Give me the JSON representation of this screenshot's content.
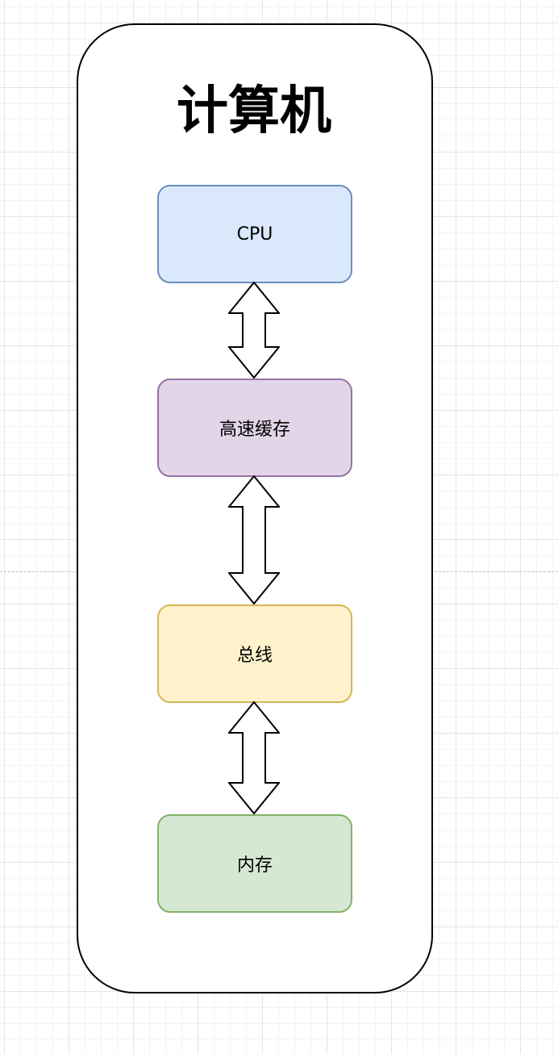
{
  "diagram": {
    "title": "计算机",
    "nodes": [
      {
        "id": "cpu",
        "label": "CPU",
        "fill": "#dae8fc",
        "stroke": "#6c8ebf"
      },
      {
        "id": "cache",
        "label": "高速缓存",
        "fill": "#e1d5e7",
        "stroke": "#9673a6"
      },
      {
        "id": "bus",
        "label": "总线",
        "fill": "#fff2cc",
        "stroke": "#d6b656"
      },
      {
        "id": "memory",
        "label": "内存",
        "fill": "#d5e8d4",
        "stroke": "#82b366"
      }
    ],
    "connections": [
      {
        "from": "cpu",
        "to": "cache",
        "direction": "bidirectional"
      },
      {
        "from": "cache",
        "to": "bus",
        "direction": "bidirectional"
      },
      {
        "from": "bus",
        "to": "memory",
        "direction": "bidirectional"
      }
    ],
    "container": {
      "stroke": "#000000",
      "fill": "#ffffff"
    }
  }
}
